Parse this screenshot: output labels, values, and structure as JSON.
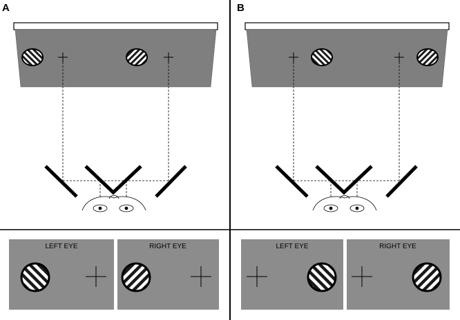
{
  "panels": [
    {
      "letter": "A",
      "labels": {
        "left_eye": "LEFT EYE",
        "right_eye": "RIGHT EYE"
      },
      "left_view": {
        "grating": "left",
        "grating_orientation": "oblique-left",
        "cross": "right"
      },
      "right_view": {
        "grating": "left",
        "grating_orientation": "oblique-right",
        "cross": "right"
      }
    },
    {
      "letter": "B",
      "labels": {
        "left_eye": "LEFT EYE",
        "right_eye": "RIGHT EYE"
      },
      "left_view": {
        "grating": "right",
        "grating_orientation": "oblique-left",
        "cross": "left"
      },
      "right_view": {
        "grating": "right",
        "grating_orientation": "oblique-right",
        "cross": "left"
      }
    }
  ],
  "colors": {
    "screen_gray": "#7f7f7f",
    "view_gray": "#8c8c8c",
    "ink": "#000000",
    "background": "#ffffff"
  }
}
